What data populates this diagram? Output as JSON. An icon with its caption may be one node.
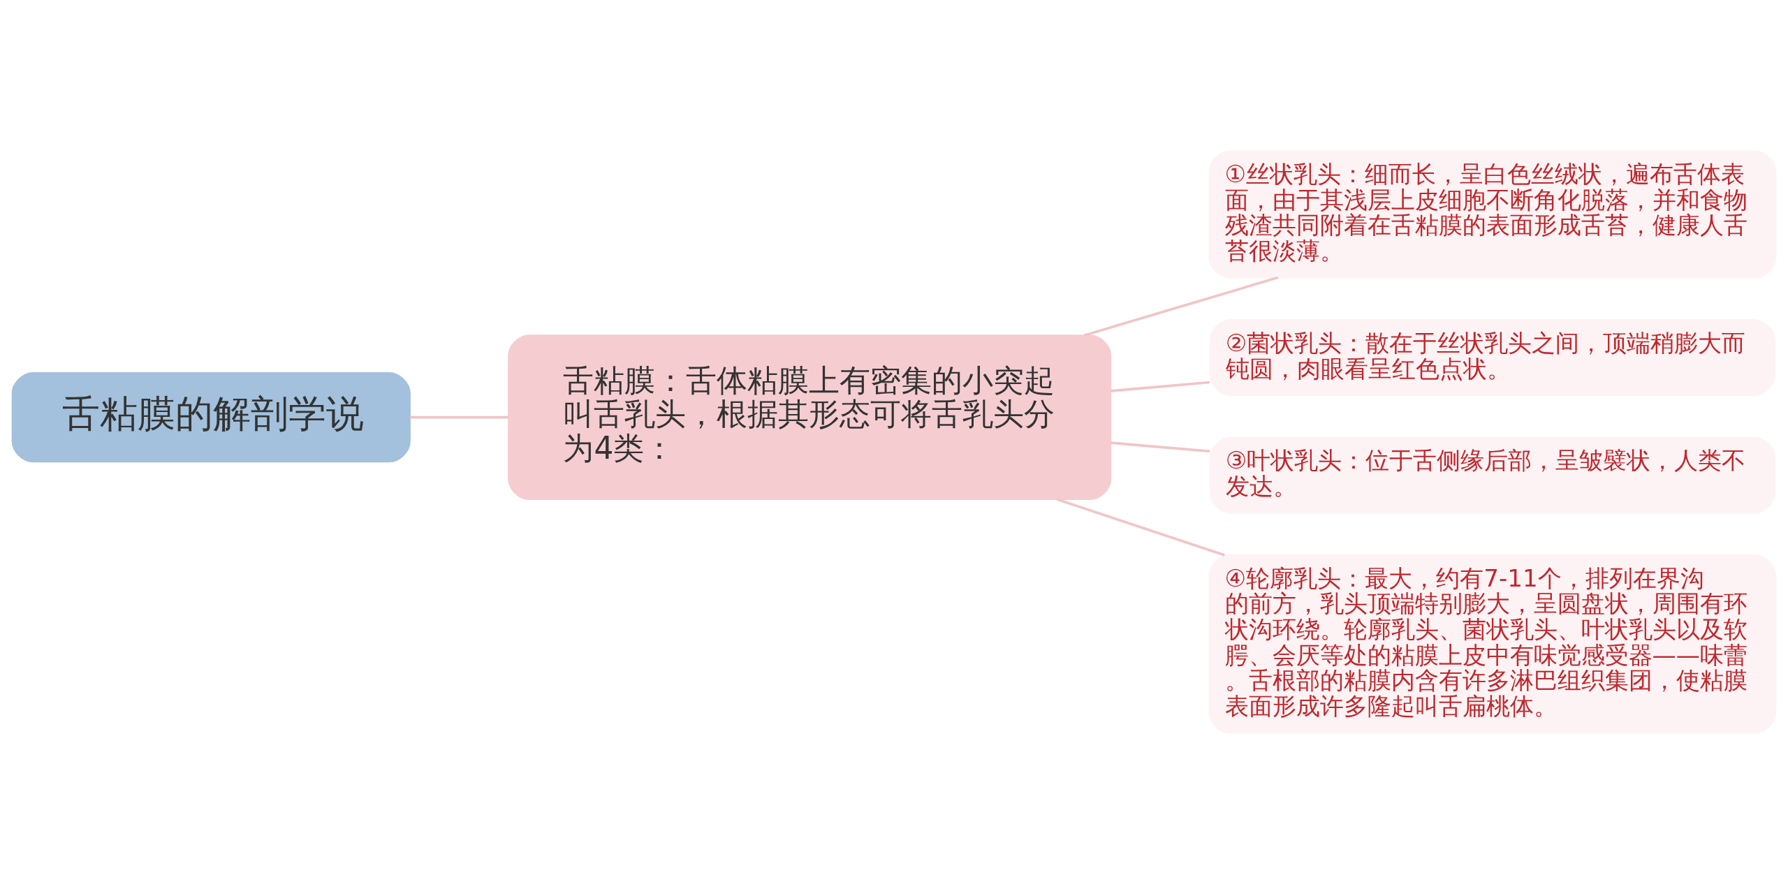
{
  "diagram": {
    "nodes": [
      {
        "text": [
          "舌粘膜的解剖学说"
        ]
      },
      {
        "text": [
          "舌粘膜：舌体粘膜上有密集的小突起叫舌乳头，根据其形态可将舌乳头分为4类："
        ]
      },
      {
        "text": [
          "①丝状乳头：细而长，呈白色丝绒状，遍布舌体表面，由于其浅层上皮细胞不断角化脱落，并和食物残渣共同附着在舌粘膜的表面形成舌苔，健康人舌苔很淡薄。"
        ]
      },
      {
        "text": [
          "②菌状乳头：散在于丝状乳头之间，顶端稍膨大而钝圆，肉眼看呈红色点状。"
        ]
      },
      {
        "text": [
          "③叶状乳头：位于舌侧缘后部，呈皱襞状，人类不发达。"
        ]
      },
      {
        "text": [
          "④轮廓乳头：最大，约有7-11个，排列在界沟的前方，乳头顶端特别膨大，呈圆盘状，周围有环状沟环绕。轮廓乳头、菌状乳头、叶状乳头以及软腭、会厌等处的粘膜上皮中有味觉感受器——味蕾。舌根部的粘膜内含有许多淋巴组织集团，使粘膜表面形成许多隆起叫舌扁桃体。"
        ]
      }
    ],
    "edges": [
      {
        "from": 0,
        "to": 1,
        "arrow": "none"
      },
      {
        "from": 1,
        "to": 2,
        "arrow": "none"
      },
      {
        "from": 1,
        "to": 3,
        "arrow": "none"
      },
      {
        "from": 1,
        "to": 4,
        "arrow": "none"
      },
      {
        "from": 1,
        "to": 5,
        "arrow": "none"
      }
    ]
  }
}
